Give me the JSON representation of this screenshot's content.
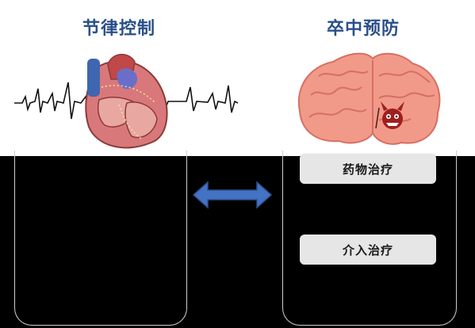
{
  "left_title": "节律控制",
  "right_title": "卒中预防",
  "right_items": [
    "药物治疗",
    "介入治疗"
  ],
  "colors": {
    "heading": "#2a4f8a",
    "arrow": "#4472c4",
    "pill_bg": "#e6e6e6",
    "heart": "#d9787a",
    "brain": "#f19a8a"
  },
  "icons": [
    "ecg-trace-icon",
    "heart-icon",
    "brain-icon",
    "devil-face-icon",
    "double-arrow-icon"
  ]
}
